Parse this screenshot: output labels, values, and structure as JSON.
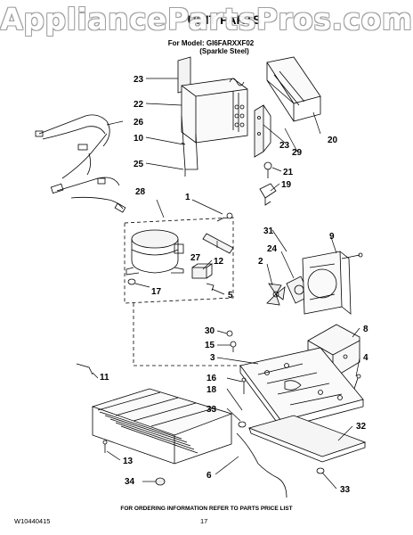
{
  "watermark": "AppliancePartsPros.com",
  "header": {
    "title": "UNIT PARTS",
    "model_line": "For Model: GI6FARXXF02",
    "variant": "(Sparkle Steel)"
  },
  "callouts": {
    "c23a": "23",
    "c22": "22",
    "c26": "26",
    "c10": "10",
    "c25": "25",
    "c28": "28",
    "c1": "1",
    "c31": "31",
    "c24": "24",
    "c9": "9",
    "c2": "2",
    "c27": "27",
    "c12": "12",
    "c17": "17",
    "c5": "5",
    "c20": "20",
    "c29": "29",
    "c23b": "23",
    "c21": "21",
    "c19": "19",
    "c30": "30",
    "c15": "15",
    "c3": "3",
    "c8": "8",
    "c4": "4",
    "c11": "11",
    "c16": "16",
    "c18": "18",
    "c33a": "33",
    "c32": "32",
    "c13": "13",
    "c34": "34",
    "c6": "6",
    "c33b": "33"
  },
  "footer": {
    "note": "FOR ORDERING INFORMATION REFER TO PARTS PRICE LIST",
    "doc_number": "W10440415",
    "page_number": "17"
  },
  "colors": {
    "line": "#000000",
    "watermark_outline": "#9a9a9a",
    "background": "#ffffff"
  }
}
